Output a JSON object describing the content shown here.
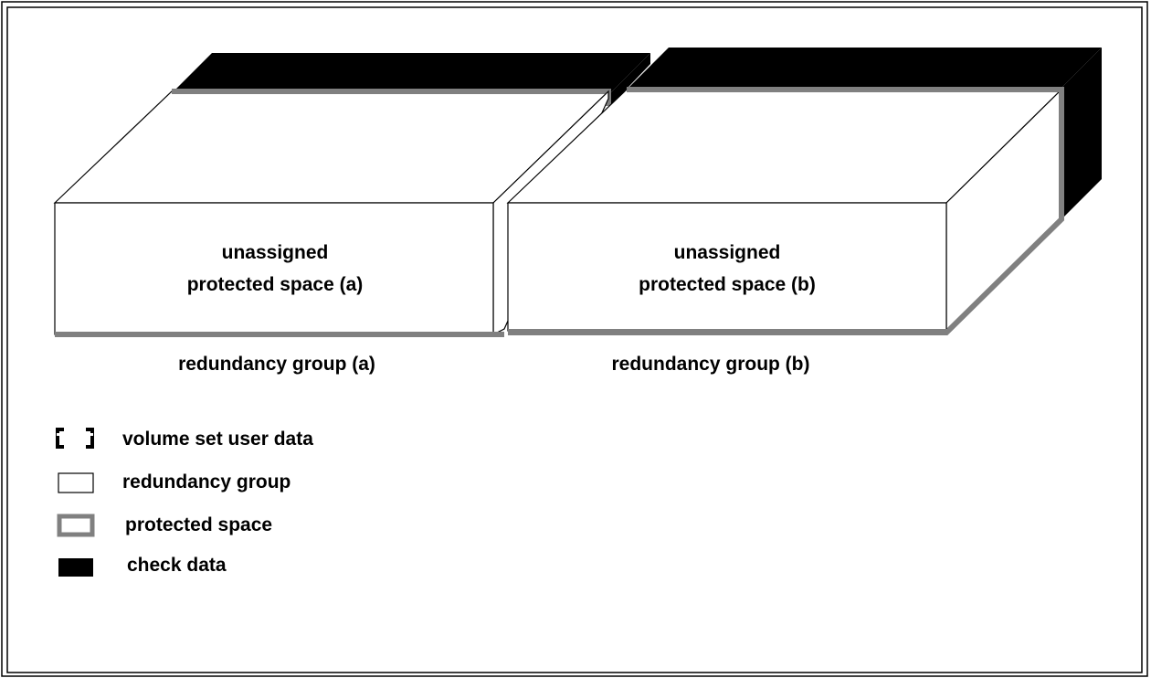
{
  "colors": {
    "check_data": "#000000",
    "protected_space": "#808080",
    "redundancy_group": "#ffffff",
    "outline": "#000000"
  },
  "blocks": {
    "a": {
      "face_line1": "unassigned",
      "face_line2": "protected space (a)",
      "caption": "redundancy group (a)"
    },
    "b": {
      "face_line1": "unassigned",
      "face_line2": "protected space (b)",
      "caption": "redundancy group (b)"
    }
  },
  "legend": {
    "items": [
      {
        "icon": "bracket-icon",
        "label": "volume set user data"
      },
      {
        "icon": "white-box-icon",
        "label": "redundancy group"
      },
      {
        "icon": "gray-box-icon",
        "label": "protected space"
      },
      {
        "icon": "black-box-icon",
        "label": "check data"
      }
    ]
  }
}
